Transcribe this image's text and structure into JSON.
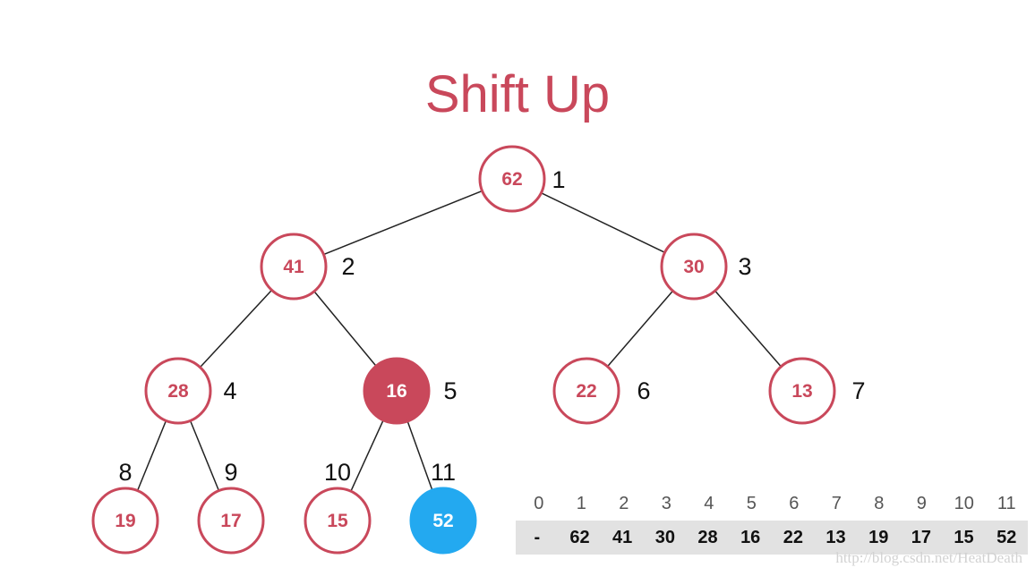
{
  "title": "Shift Up",
  "colors": {
    "node_border": "#c9485b",
    "node_text": "#c9485b",
    "highlight_fill": "#c9485b",
    "inserted_fill": "#23a9f0",
    "edge": "#222222"
  },
  "nodes": [
    {
      "index": "1",
      "value": "62",
      "state": "normal"
    },
    {
      "index": "2",
      "value": "41",
      "state": "normal"
    },
    {
      "index": "3",
      "value": "30",
      "state": "normal"
    },
    {
      "index": "4",
      "value": "28",
      "state": "normal"
    },
    {
      "index": "5",
      "value": "16",
      "state": "parent-highlight"
    },
    {
      "index": "6",
      "value": "22",
      "state": "normal"
    },
    {
      "index": "7",
      "value": "13",
      "state": "normal"
    },
    {
      "index": "8",
      "value": "19",
      "state": "normal"
    },
    {
      "index": "9",
      "value": "17",
      "state": "normal"
    },
    {
      "index": "10",
      "value": "15",
      "state": "normal"
    },
    {
      "index": "11",
      "value": "52",
      "state": "inserted"
    }
  ],
  "array": {
    "indices": [
      "0",
      "1",
      "2",
      "3",
      "4",
      "5",
      "6",
      "7",
      "8",
      "9",
      "10",
      "11"
    ],
    "values": [
      "-",
      "62",
      "41",
      "30",
      "28",
      "16",
      "22",
      "13",
      "19",
      "17",
      "15",
      "52"
    ]
  },
  "watermark": "http://blog.csdn.net/HeatDeath"
}
